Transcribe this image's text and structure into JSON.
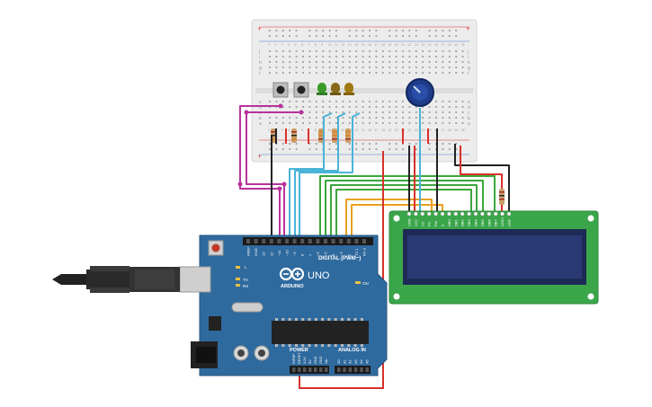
{
  "board": {
    "brand": "ARDUINO",
    "model": "UNO",
    "digital_label": "DIGITAL (PWM~)",
    "power_label": "POWER",
    "analog_label": "ANALOG IN",
    "digital_pins": [
      "AREF",
      "GND",
      "13",
      "12",
      "~11",
      "~10",
      "~9",
      "8",
      "7",
      "~6",
      "~5",
      "4",
      "~3",
      "2",
      "TX 1",
      "RX 0"
    ],
    "power_pins": [
      "IOREF",
      "RESET",
      "3.3V",
      "5V",
      "GND",
      "GND",
      "Vin"
    ],
    "analog_pins": [
      "A0",
      "A1",
      "A2",
      "A3",
      "A4",
      "A5"
    ],
    "led_labels": [
      "L",
      "TX",
      "RX"
    ],
    "on_label": "ON"
  },
  "lcd": {
    "pin_labels": [
      "GND",
      "VCC",
      "V0",
      "RS",
      "RW",
      "E",
      "DB0",
      "DB1",
      "DB2",
      "DB3",
      "DB4",
      "DB5",
      "DB6",
      "DB7",
      "LED+",
      "LED-"
    ]
  },
  "breadboard": {
    "row_letters_top": [
      "j",
      "i",
      "h",
      "g",
      "f"
    ],
    "row_letters_bottom": [
      "e",
      "d",
      "c",
      "b",
      "a"
    ],
    "column_numbers": [
      "1",
      "2",
      "3",
      "4",
      "5",
      "6",
      "7",
      "8",
      "9",
      "10",
      "11",
      "12",
      "13",
      "14",
      "15",
      "16",
      "17",
      "18",
      "19",
      "20",
      "21",
      "22",
      "23",
      "24",
      "25",
      "26",
      "27",
      "28",
      "29",
      "30"
    ]
  },
  "colors": {
    "pcb": "#2f6a9e",
    "breadboard": "#ececec",
    "lcd_frame": "#3ba54a",
    "lcd_screen": "#1d2a55",
    "wire_black": "#222222",
    "wire_red": "#d8312a",
    "wire_magenta": "#b8329b",
    "wire_cyan": "#49b3d8",
    "wire_green": "#3aa63a",
    "wire_orange": "#e8a020",
    "led_green": "#3c9a2a",
    "led_amber": "#8a6a18",
    "led_amber2": "#a07a10"
  },
  "icons": [
    "usb-cable-icon",
    "infinity-logo-icon",
    "potentiometer-icon",
    "pushbutton-icon",
    "led-icon",
    "resistor-icon"
  ]
}
